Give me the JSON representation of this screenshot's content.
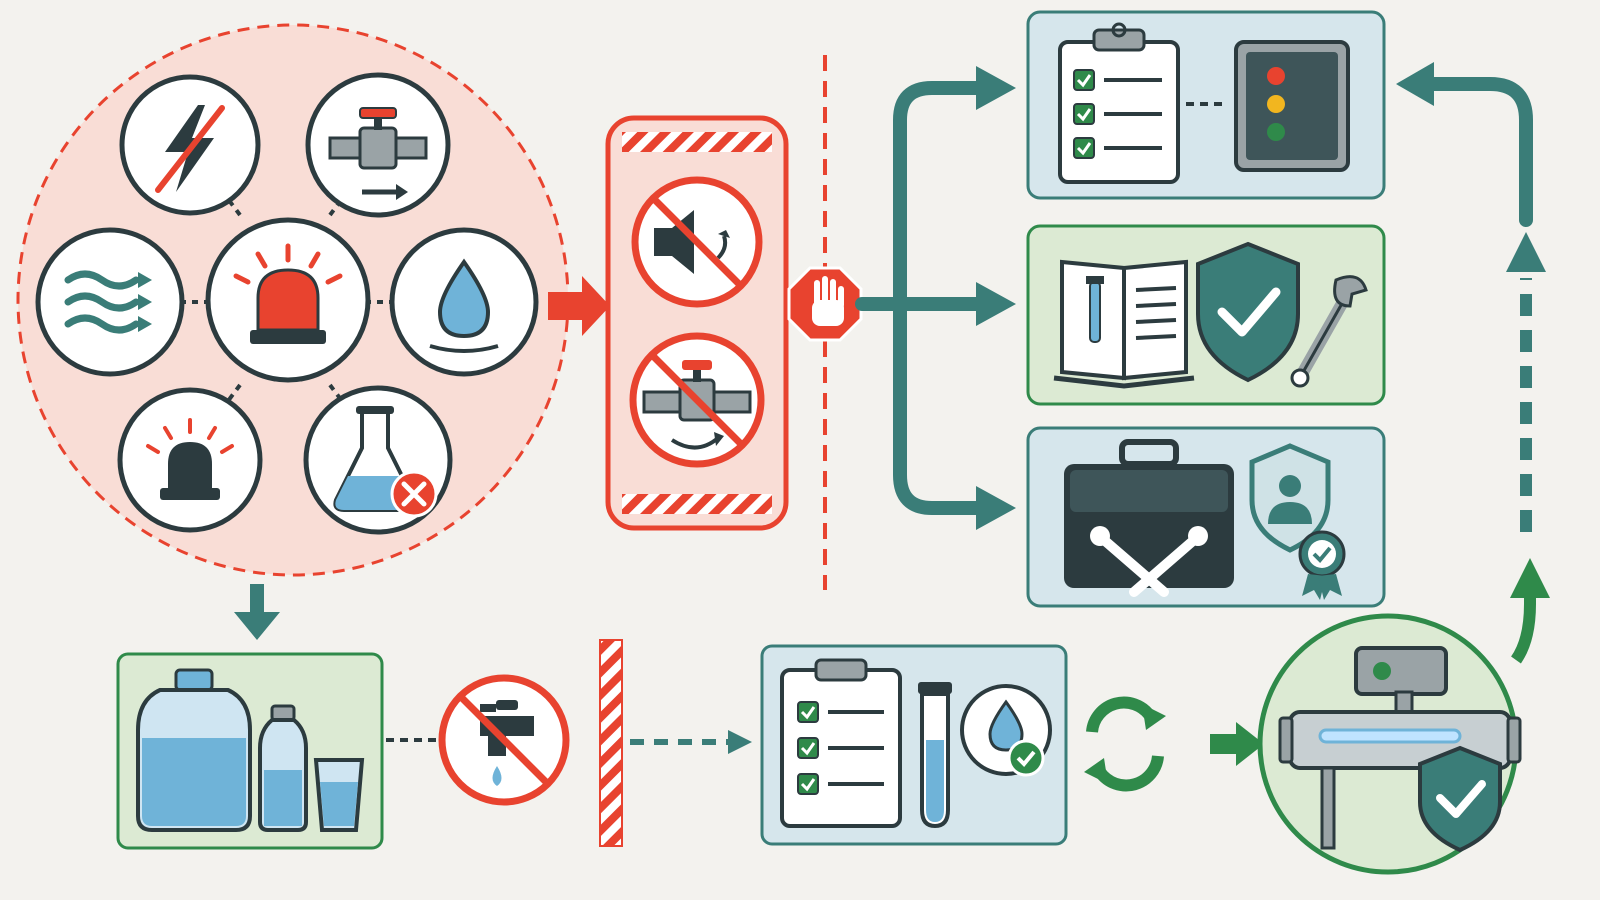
{
  "colors": {
    "background": "#f3f2ee",
    "alert_red": "#e8432f",
    "alert_fill": "#f9ddd6",
    "teal": "#3a7d78",
    "green": "#2f8a4a",
    "dark": "#2c3b3f",
    "blue_panel": "#d6e6ec",
    "green_panel": "#dcead3",
    "water_blue": "#6fb3d8",
    "grey_pipe": "#9aa3a6"
  },
  "cluster": {
    "center": "siren-icon",
    "satellites": [
      "power-outage-icon",
      "valve-flow-icon",
      "water-drop-icon",
      "lab-flask-fail-icon",
      "warning-light-icon",
      "wind-waves-icon"
    ]
  },
  "stop_panel": {
    "icons": [
      "no-sound-icon",
      "no-valve-operation-icon"
    ]
  },
  "stop_sign": {
    "icon": "stop-hand-icon"
  },
  "response_cards": [
    {
      "icons": [
        "checklist-icon",
        "control-panel-icon"
      ],
      "tone": "blue"
    },
    {
      "icons": [
        "manual-book-icon",
        "shield-check-icon",
        "wrench-icon"
      ],
      "tone": "green"
    },
    {
      "icons": [
        "toolbox-icon",
        "certified-technician-icon"
      ],
      "tone": "blue"
    }
  ],
  "bottom_flow": {
    "water_supply_icons": [
      "water-jug-icon",
      "water-bottle-icon",
      "water-glass-icon"
    ],
    "no_tap_icon": "no-tap-water-icon",
    "testing_icons": [
      "checklist-icon",
      "test-tube-icon",
      "water-safe-icon"
    ],
    "cycle_icon": "recycle-icon",
    "uv_unit_icons": [
      "uv-sterilizer-icon",
      "shield-check-icon"
    ]
  }
}
